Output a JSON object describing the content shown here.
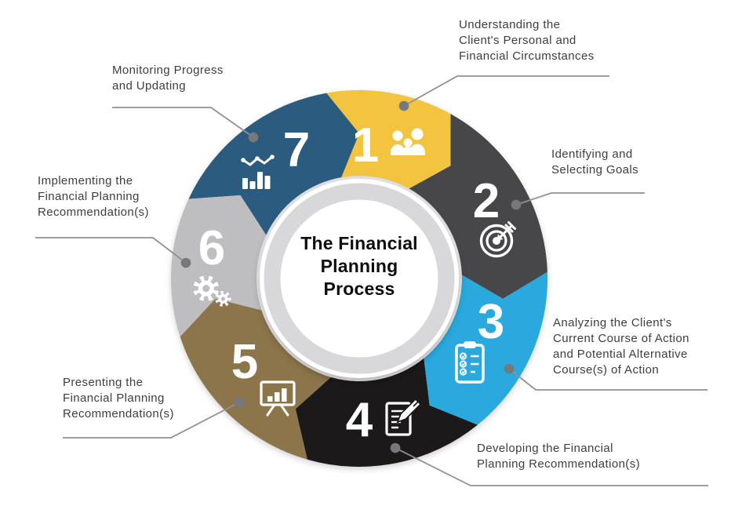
{
  "title": {
    "text": "The\nFinancial\nPlanning\nProcess"
  },
  "steps": [
    {
      "number": "1",
      "label": "Understanding the\nClient's Personal and\nFinancial Circumstances",
      "color": "#F3C440",
      "icon": "family-icon"
    },
    {
      "number": "2",
      "label": "Identifying and\nSelecting Goals",
      "color": "#47474A",
      "icon": "target-icon"
    },
    {
      "number": "3",
      "label": "Analyzing the Client's\nCurrent Course of Action\nand Potential Alternative\nCourse(s) of Action",
      "color": "#2AA9DF",
      "icon": "clipboard-checklist-icon"
    },
    {
      "number": "4",
      "label": "Developing the Financial\nPlanning Recommendation(s)",
      "color": "#1C191B",
      "icon": "document-pencil-icon"
    },
    {
      "number": "5",
      "label": "Presenting the\nFinancial Planning\nRecommendation(s)",
      "color": "#8C754A",
      "icon": "presentation-chart-icon"
    },
    {
      "number": "6",
      "label": "Implementing the\nFinancial Planning\nRecommendation(s)",
      "color": "#BEBEC0",
      "icon": "gears-icon"
    },
    {
      "number": "7",
      "label": "Monitoring Progress\nand Updating",
      "color": "#2B5C80",
      "icon": "trend-chart-icon"
    }
  ],
  "colors": {
    "label_text": "#3E3E3E",
    "leader_line": "#909195",
    "leader_dot": "#77787B",
    "number_text": "#FFFFFF",
    "icon_white": "#FFFFFF",
    "ring_gray": "#D8D8DA",
    "disk": "#FFFFFF",
    "center_text": "#0E0E0E",
    "background": "#FFFFFF"
  }
}
